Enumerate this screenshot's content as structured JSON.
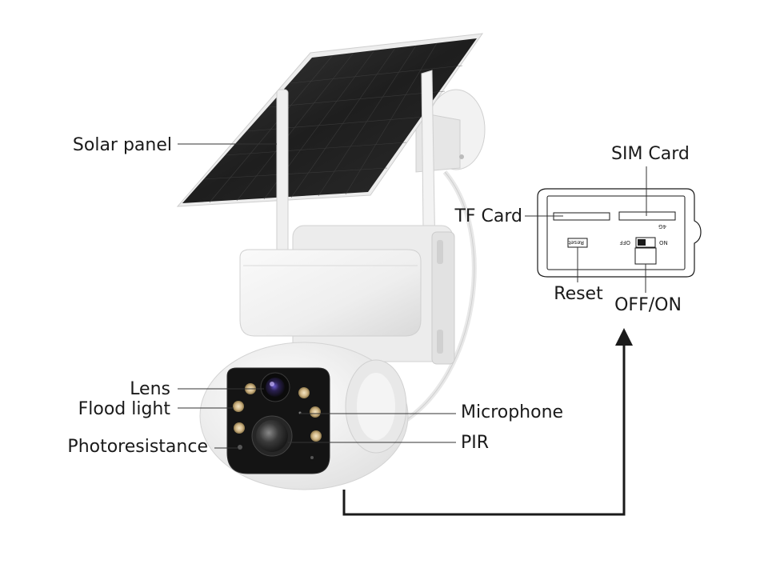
{
  "labels": {
    "solar_panel": "Solar panel",
    "lens": "Lens",
    "flood_light": "Flood light",
    "photoresistance": "Photoresistance",
    "microphone": "Microphone",
    "pir": "PIR",
    "sim_card": "SIM Card",
    "tf_card": "TF Card",
    "reset": "Reset",
    "off_on": "OFF/ON"
  },
  "panel_text": {
    "reset_button": "Reset",
    "switch_off": "OFF",
    "switch_on": "ON",
    "sim_mark": "4G"
  }
}
